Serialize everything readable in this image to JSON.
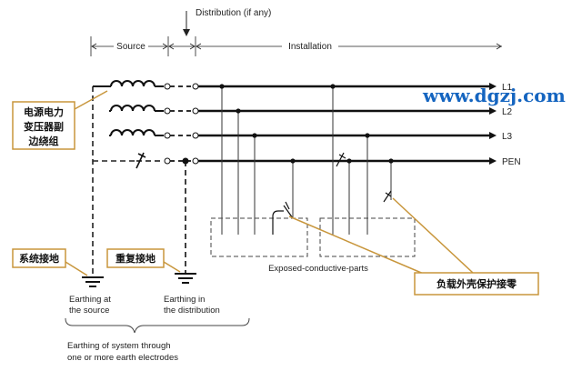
{
  "labels": {
    "distribution": "Distribution (if any)",
    "source": "Source",
    "installation": "Installation",
    "line_l1": "L1",
    "line_l2": "L2",
    "line_l3": "L3",
    "line_pen": "PEN",
    "exposed_parts": "Exposed-conductive-parts",
    "earthing_source_1": "Earthing at",
    "earthing_source_2": "the source",
    "earthing_dist_1": "Earthing in",
    "earthing_dist_2": "the distribution",
    "earthing_system_1": "Earthing of system through",
    "earthing_system_2": "one or more earth electrodes"
  },
  "callouts": {
    "transformer_1": "电源电力",
    "transformer_2": "变压器副",
    "transformer_3": "边绕组",
    "system_earth": "系统接地",
    "repeat_earth": "重复接地",
    "enclosure_protection": "负载外壳保护接零"
  },
  "watermark": "www.dgzj.com",
  "colors": {
    "callout_border": "#c8963c",
    "watermark": "#1565c0",
    "line": "#111111"
  }
}
